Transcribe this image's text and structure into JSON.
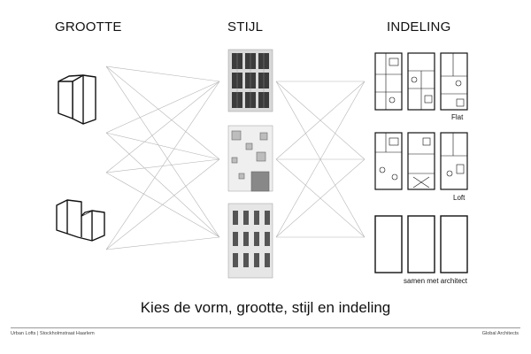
{
  "headings": {
    "size": "GROOTTE",
    "style": "STIJL",
    "layout": "INDELING"
  },
  "layout_options": [
    "Flat",
    "Loft",
    "samen met architect"
  ],
  "subtitle": "Kies de vorm, grootte, stijl en indeling",
  "footer": {
    "left": "Urban Lofts | Stockholmstraat Haarlem",
    "right": "Global Architects"
  },
  "colors": {
    "connector_lines": "#b5b5b5",
    "facade_dark": "#3b3b3b",
    "facade_light": "#d6d6d6",
    "text": "#111111"
  }
}
